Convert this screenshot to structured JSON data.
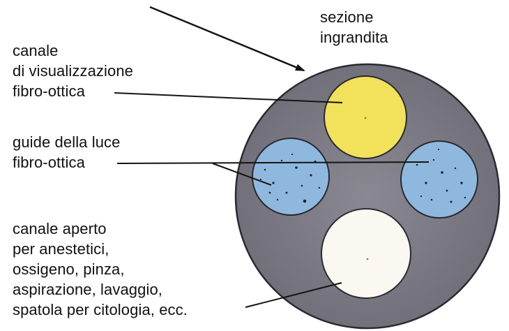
{
  "colors": {
    "section_fill": "#7e7d86",
    "section_outline": "#2a2a30",
    "optic_channel": "#f2e15a",
    "light_guides": "#8fb8de",
    "open_channel": "#fbf8f1",
    "leader_lines": "#141414"
  },
  "labels": {
    "section": [
      "sezione",
      "ingrandita"
    ],
    "optic_channel": [
      "canale",
      "di visualizzazione",
      "fibro-ottica"
    ],
    "light_guides": [
      "guide della luce",
      "fibro-ottica"
    ],
    "open_channel": [
      "canale aperto",
      "per anestetici,",
      "ossigeno, pinza,",
      "aspirazione, lavaggio,",
      "spatola per citologia, ecc."
    ]
  }
}
